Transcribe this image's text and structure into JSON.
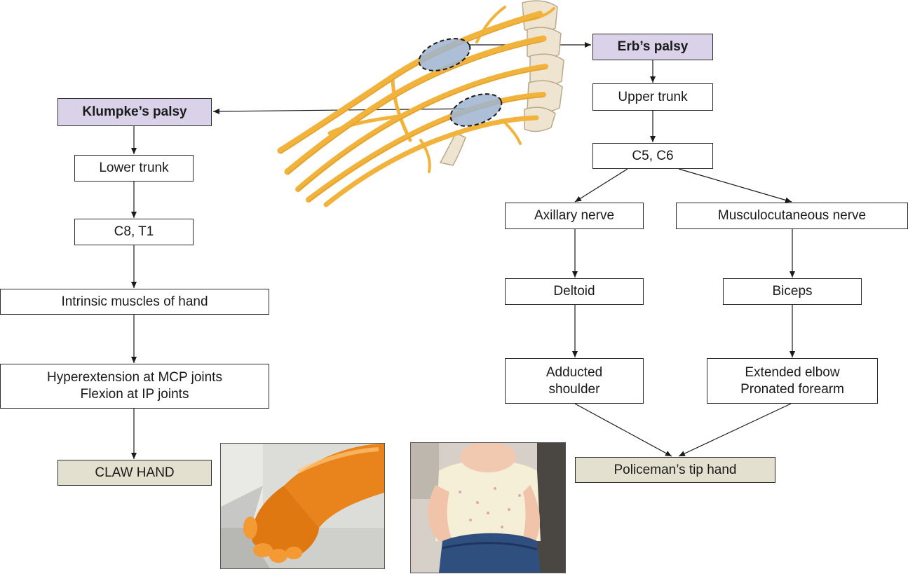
{
  "klumpke": {
    "title": "Klumpke’s palsy",
    "trunk": "Lower trunk",
    "roots": "C8, T1",
    "muscles": "Intrinsic muscles of hand",
    "deformity": "Hyperextension at MCP joints\nFlexion at IP joints",
    "result": "CLAW HAND"
  },
  "erb": {
    "title": "Erb’s palsy",
    "trunk": "Upper trunk",
    "roots": "C5, C6",
    "nerve_left": "Axillary nerve",
    "nerve_right": "Musculocutaneous nerve",
    "muscle_left": "Deltoid",
    "muscle_right": "Biceps",
    "deformity_left": "Adducted\nshoulder",
    "deformity_right": "Extended elbow\nPronated forearm",
    "result": "Policeman’s tip hand"
  },
  "colors": {
    "header_fill": "#d9d2e9",
    "result_fill": "#e3e0cf",
    "nerve": "#f2b33d",
    "lesion": "#9db4cf",
    "claw_hand_skin": "#e8841b"
  },
  "images": {
    "plexus": "brachial-plexus-illustration",
    "claw_photo": "claw-hand-photo",
    "erb_photo": "infant-erb-palsy-photo"
  }
}
